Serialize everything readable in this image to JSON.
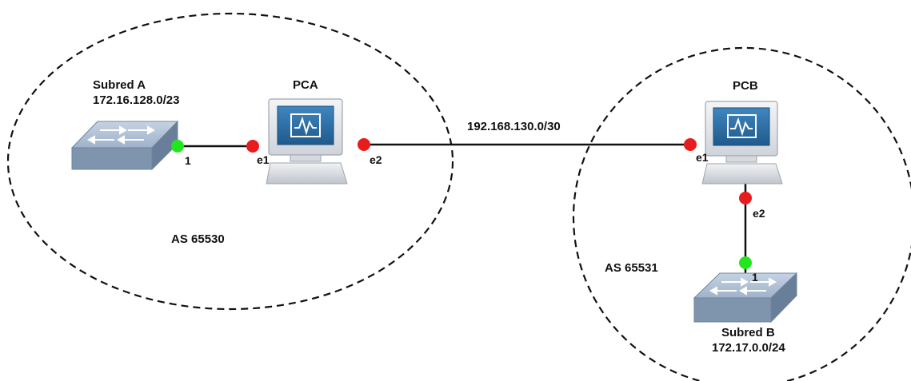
{
  "colors": {
    "boundary": "#111111",
    "link": "#111111",
    "port_down": "#e81c1c",
    "port_up": "#22e61e",
    "switch_top": "#b6c5d8",
    "switch_side": "#7f95ae",
    "pc_body": "#e8eaee",
    "pc_screen": "#2d6fa5"
  },
  "as_left": {
    "label": "AS 65530"
  },
  "as_right": {
    "label": "AS 65531"
  },
  "subnet_a": {
    "name": "Subred A",
    "cidr": "172.16.128.0/23"
  },
  "subnet_b": {
    "name": "Subred B",
    "cidr": "172.17.0.0/24"
  },
  "pca": {
    "name": "PCA",
    "port1": "e1",
    "port2": "e2"
  },
  "pcb": {
    "name": "PCB",
    "port1": "e1",
    "port2": "e2"
  },
  "switch_a": {
    "port": "1"
  },
  "switch_b": {
    "port": "1"
  },
  "link_between_as": {
    "cidr": "192.168.130.0/30"
  }
}
